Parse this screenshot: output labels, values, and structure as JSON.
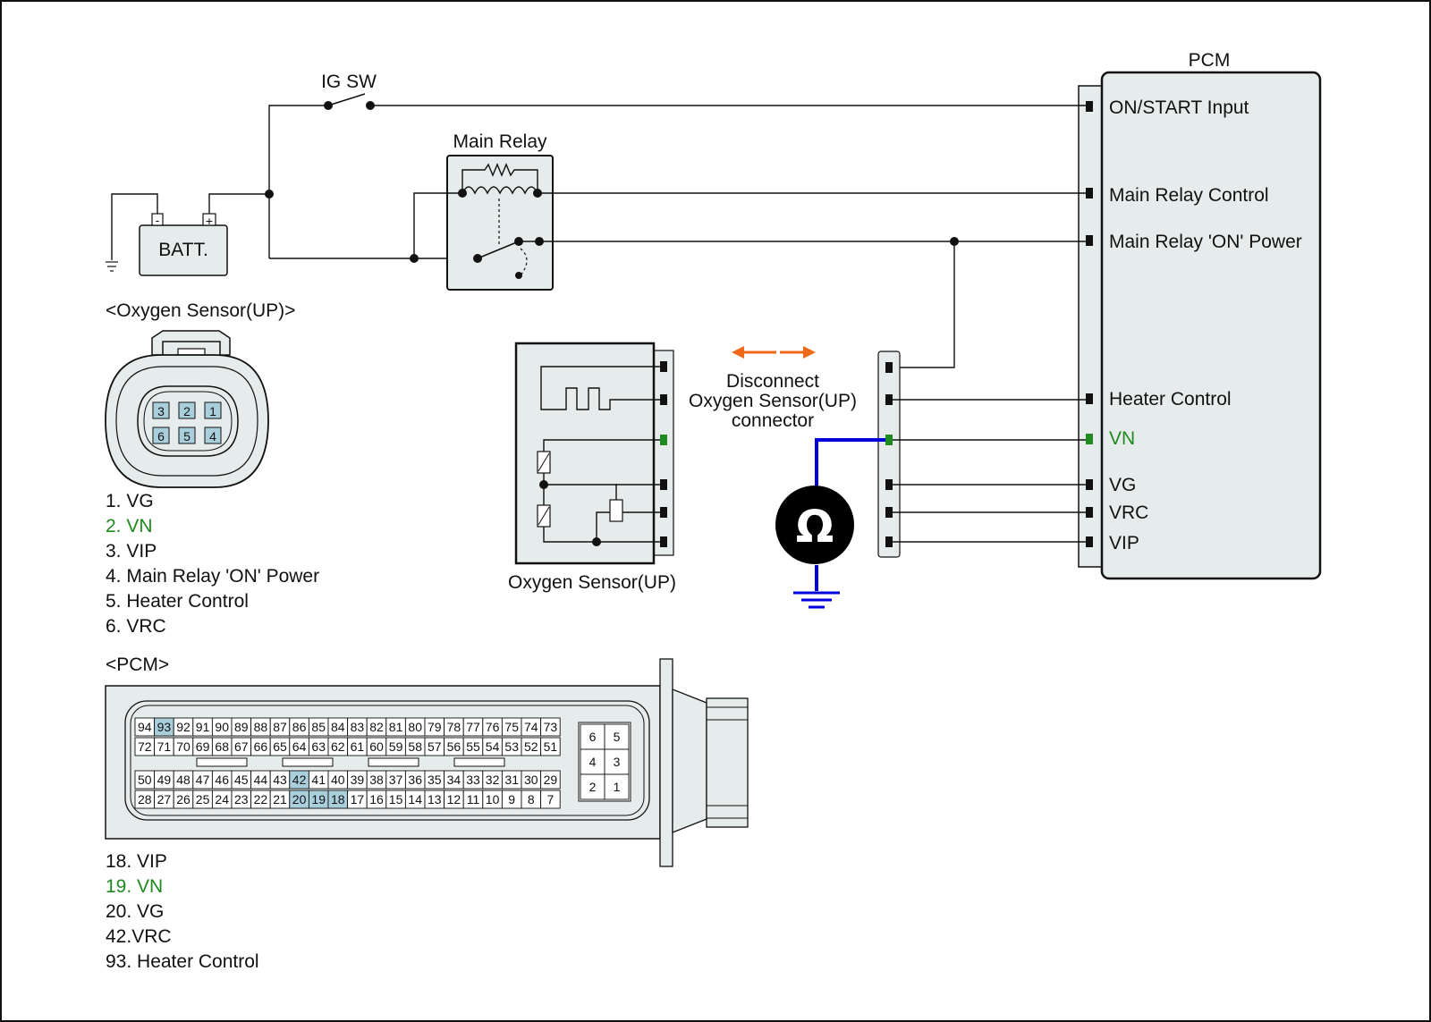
{
  "labels": {
    "ig_sw": "IG SW",
    "batt": "BATT.",
    "batt_minus": "-",
    "batt_plus": "+",
    "main_relay": "Main Relay",
    "pcm": "PCM",
    "o2_up_title": "<Oxygen Sensor(UP)>",
    "o2_up_box": "Oxygen Sensor(UP)",
    "disconnect_1": "Disconnect",
    "disconnect_2": "Oxygen Sensor(UP)",
    "disconnect_3": "connector",
    "ohm": "Ω",
    "pcm_title": "<PCM>"
  },
  "pcm_pins": [
    "ON/START Input",
    "Main Relay Control",
    "Main Relay 'ON' Power",
    "Heater Control",
    "VN",
    "VG",
    "VRC",
    "VIP"
  ],
  "o2_connector_pins": [
    "3",
    "2",
    "1",
    "6",
    "5",
    "4"
  ],
  "o2_legend": [
    "1. VG",
    "2. VN",
    "3. VIP",
    "4. Main Relay 'ON' Power",
    "5. Heater Control",
    "6. VRC"
  ],
  "pcm_legend": [
    "18. VIP",
    "19. VN",
    "20. VG",
    "42.VRC",
    "93. Heater Control"
  ],
  "pcm_rows": [
    [
      "94",
      "93",
      "92",
      "91",
      "90",
      "89",
      "88",
      "87",
      "86",
      "85",
      "84",
      "83",
      "82",
      "81",
      "80",
      "79",
      "78",
      "77",
      "76",
      "75",
      "74",
      "73"
    ],
    [
      "72",
      "71",
      "70",
      "69",
      "68",
      "67",
      "66",
      "65",
      "64",
      "63",
      "62",
      "61",
      "60",
      "59",
      "58",
      "57",
      "56",
      "55",
      "54",
      "53",
      "52",
      "51"
    ],
    [
      "50",
      "49",
      "48",
      "47",
      "46",
      "45",
      "44",
      "43",
      "42",
      "41",
      "40",
      "39",
      "38",
      "37",
      "36",
      "35",
      "34",
      "33",
      "32",
      "31",
      "30",
      "29"
    ],
    [
      "28",
      "27",
      "26",
      "25",
      "24",
      "23",
      "22",
      "21",
      "20",
      "19",
      "18",
      "17",
      "16",
      "15",
      "14",
      "13",
      "12",
      "11",
      "10",
      "9",
      "8",
      "7"
    ]
  ],
  "pcm_small_pins": [
    "6",
    "5",
    "4",
    "3",
    "2",
    "1"
  ],
  "highlight_pins": [
    "93",
    "42",
    "20",
    "19",
    "18"
  ],
  "colors": {
    "highlight": "#a9cfdc",
    "box_fill": "#e6ecec",
    "probe_wire": "#0000dd",
    "arrow": "#ee6a1a",
    "vn_green": "#1f8a1f"
  }
}
